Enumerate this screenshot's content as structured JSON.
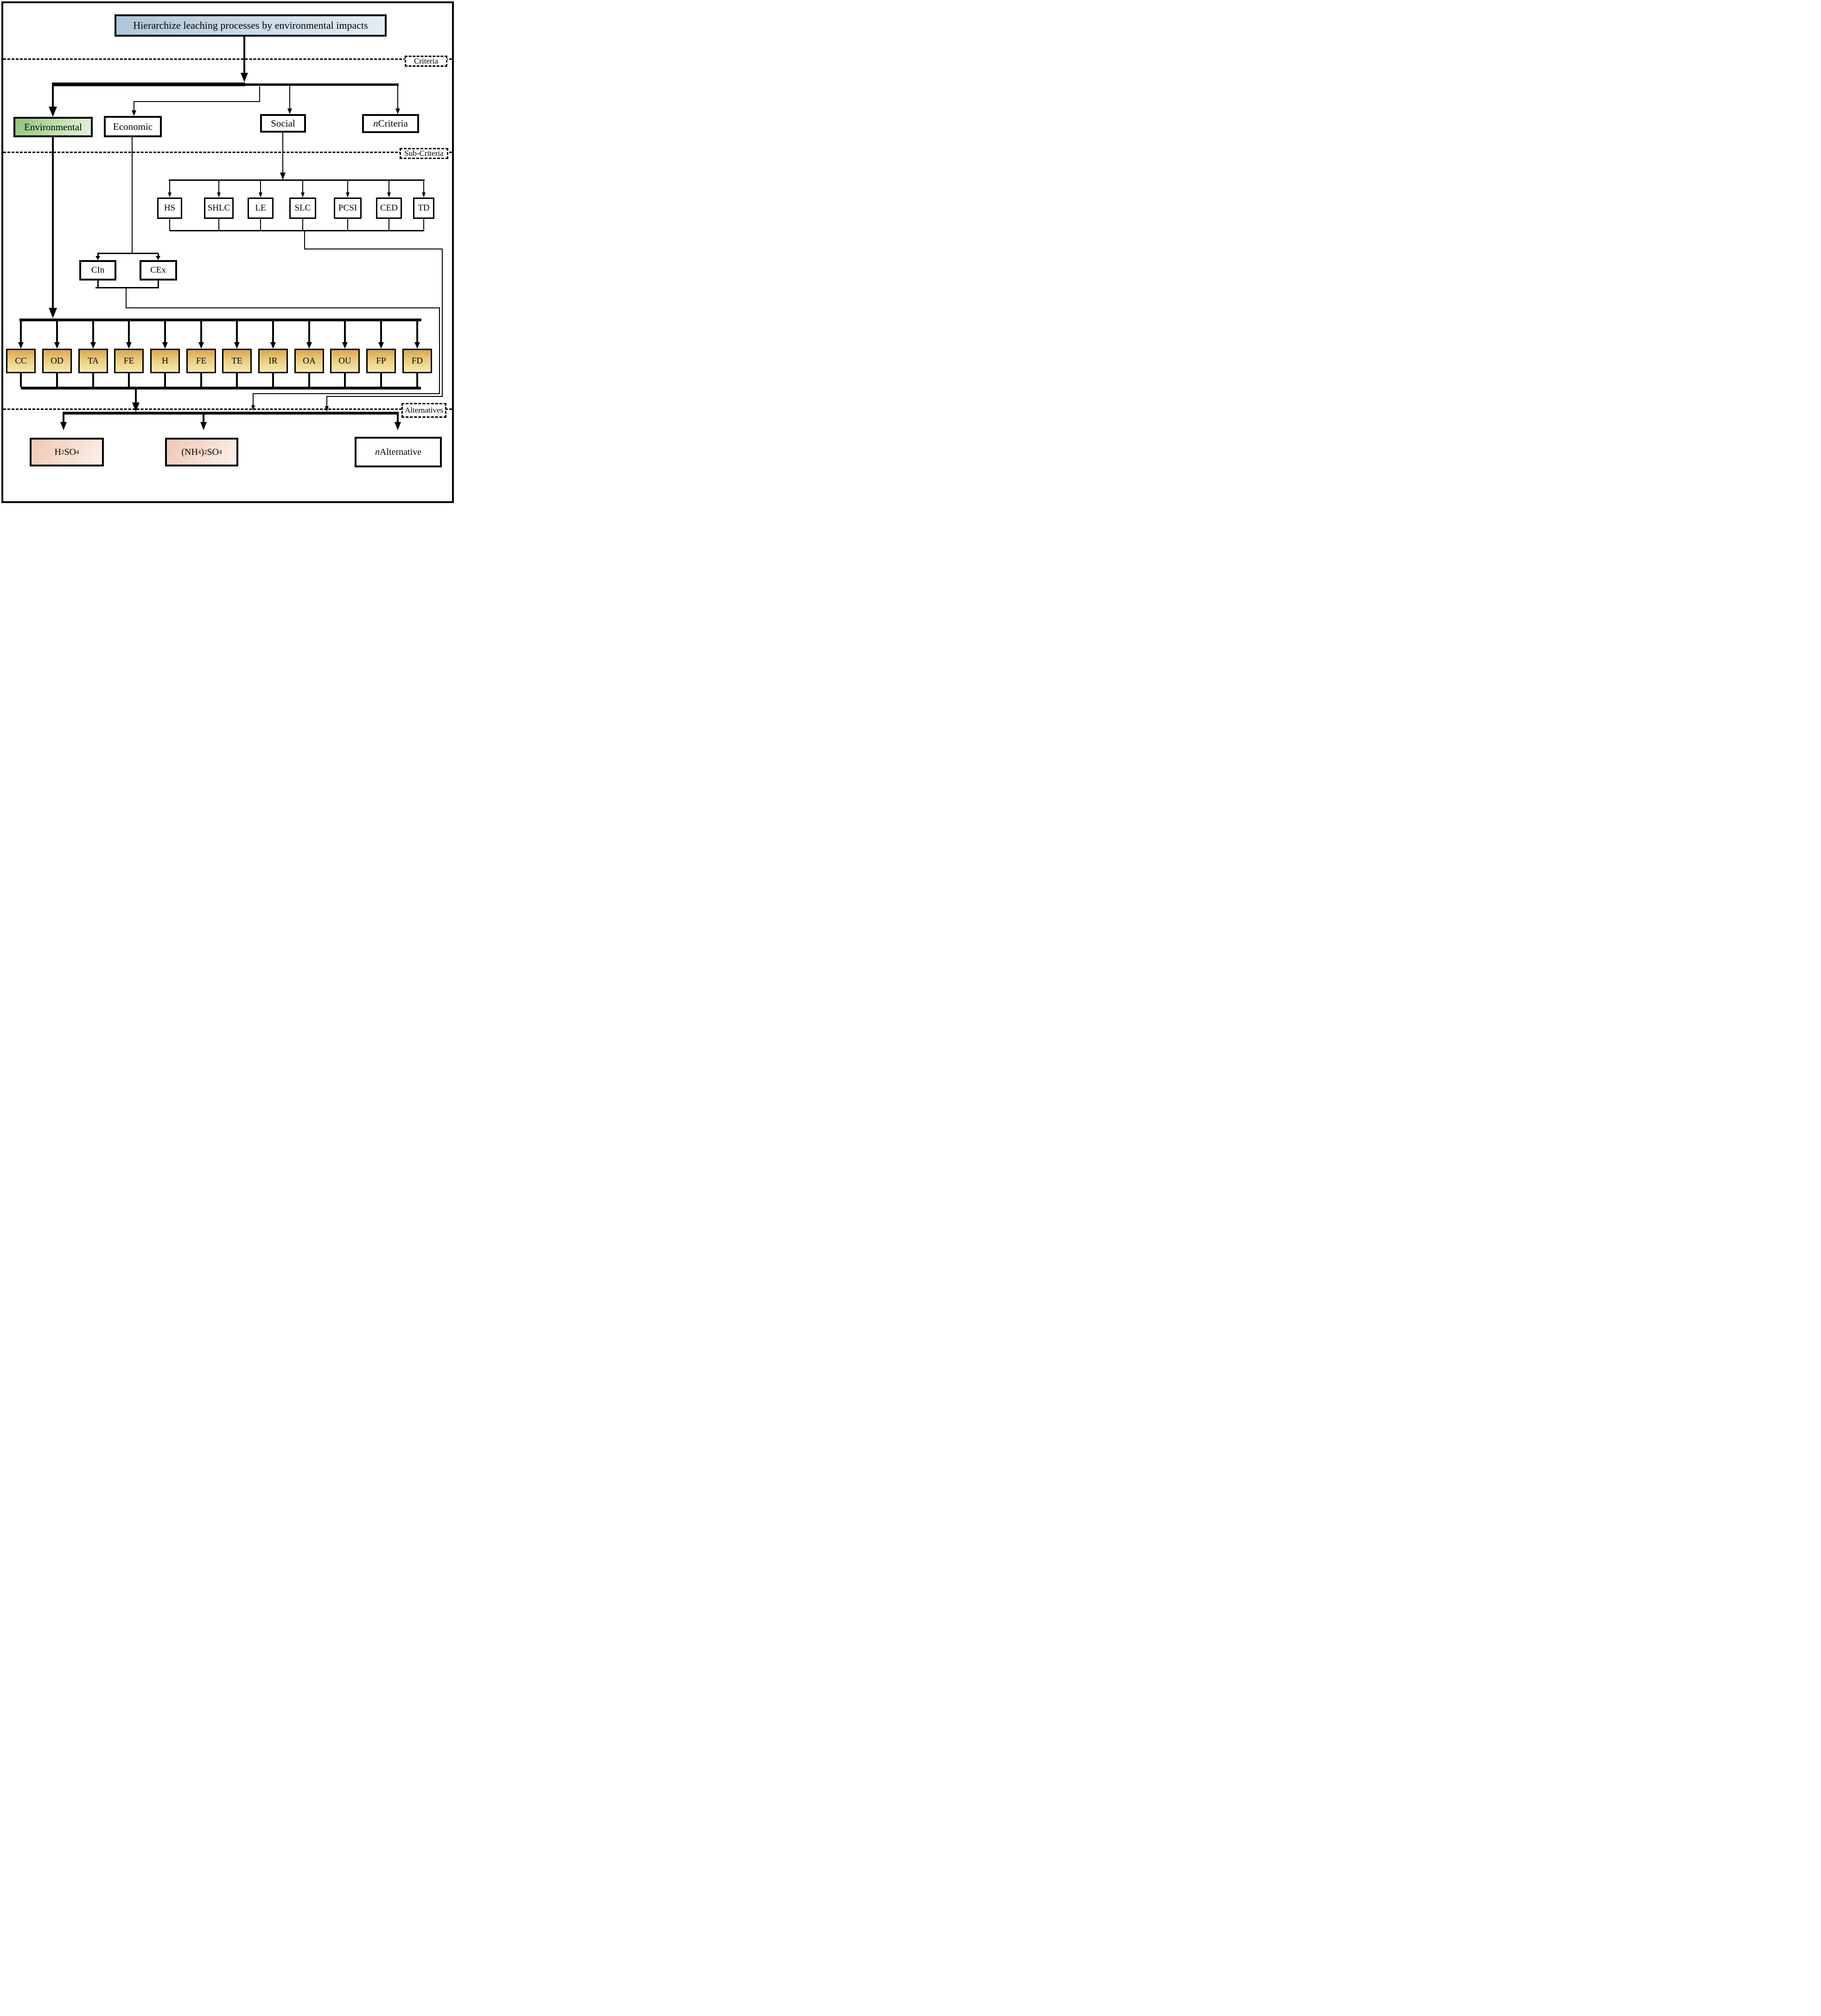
{
  "diagram": {
    "goal": {
      "label": "Hierarchize leaching processes by environmental impacts"
    },
    "level_labels": {
      "criteria": "Criteria",
      "sub_criteria": "Sub-Criteria",
      "alternatives": "Alternatives"
    },
    "criteria": {
      "environmental": {
        "label": "Environmental"
      },
      "economic": {
        "label": "Economic"
      },
      "social": {
        "label": "Social"
      },
      "n_criteria": {
        "label_parts": [
          [
            "n",
            "italic"
          ],
          [
            " Criteria"
          ]
        ]
      }
    },
    "social_sub_criteria": [
      "HS",
      "SHLC",
      "LE",
      "SLC",
      "PCSI",
      "CED",
      "TD"
    ],
    "economic_sub_criteria": [
      "CIn",
      "CEx"
    ],
    "environmental_sub_criteria": [
      "CC",
      "OD",
      "TA",
      "FE",
      "H",
      "FE",
      "TE",
      "IR",
      "OA",
      "OU",
      "FP",
      "FD"
    ],
    "alternatives": {
      "sulfuric_acid": {
        "label_parts": [
          [
            "H"
          ],
          [
            "2",
            "sub"
          ],
          [
            "SO"
          ],
          [
            "4",
            "sub"
          ]
        ]
      },
      "ammonium_sulfate": {
        "label_parts": [
          [
            "(NH"
          ],
          [
            "4",
            "sub"
          ],
          [
            ")"
          ],
          [
            "2",
            "sub"
          ],
          [
            "SO"
          ],
          [
            "4",
            "sub"
          ]
        ]
      },
      "n_alternative": {
        "label_parts": [
          [
            "n",
            "italic"
          ],
          [
            "  Alternative"
          ]
        ]
      }
    },
    "colors": {
      "goal_fill": "#c5d6e4",
      "environmental_fill": "#9ccb8a",
      "environmental_sub_fill": "#e9cb7e",
      "alternative_fill": "#f2d4c3",
      "line": "#000000",
      "box_background": "#ffffff"
    }
  }
}
